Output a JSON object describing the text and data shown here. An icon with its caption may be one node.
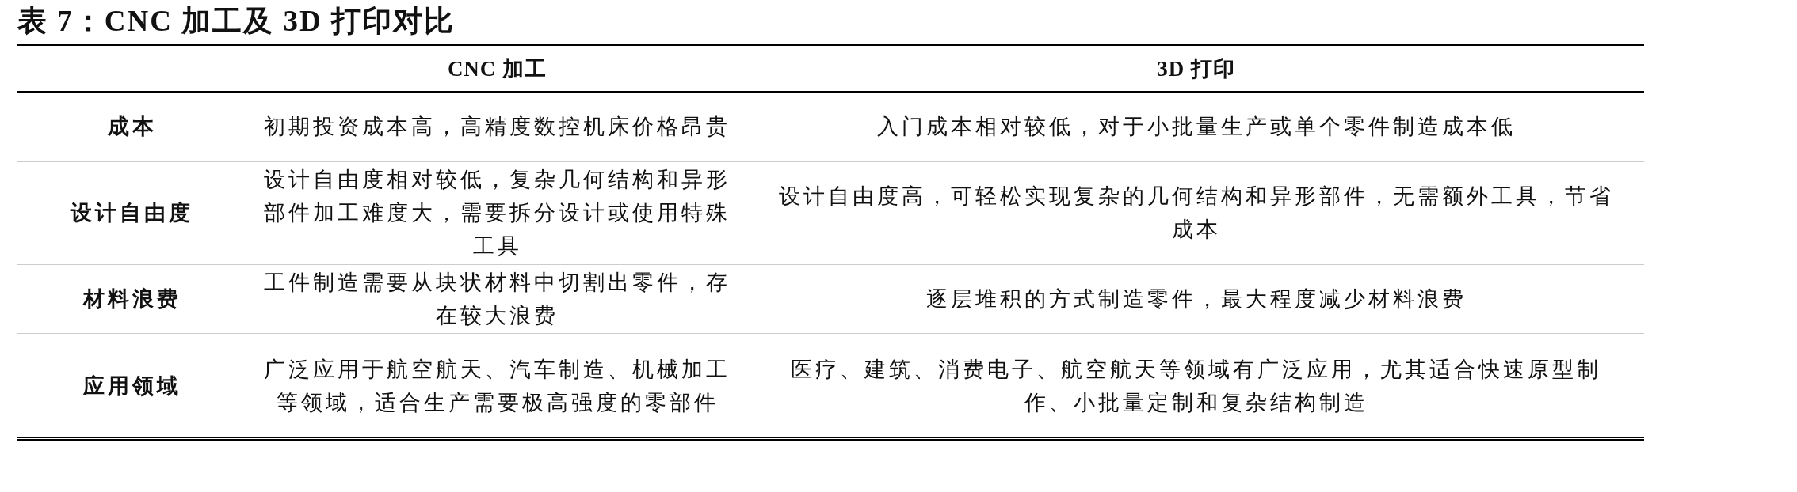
{
  "diagram": {
    "title": "表 7：CNC 加工及 3D 打印对比",
    "labels": [
      "CNC 加工",
      "3D 打印",
      "成本",
      "初期投资成本高，高精度数控机床价格昂贵",
      "入门成本相对较低，对于小批量生产或单个零件制造成本低",
      "设计自由度",
      "设计自由度相对较低，复杂几何结构和异形部件加工难度大，需要拆分设计或使用特殊工具",
      "设计自由度高，可轻松实现复杂的几何结构和异形部件，无需额外工具，节省成本",
      "材料浪费",
      "工件制造需要从块状材料中切割出零件，存在较大浪费",
      "逐层堆积的方式制造零件，最大程度减少材料浪费",
      "应用领域",
      "广泛应用于航空航天、汽车制造、机械加工等领域，适合生产需要极高强度的零部件",
      "医疗、建筑、消费电子、航空航天等领域有广泛应用，尤其适合快速原型制作、小批量定制和复杂结构制造"
    ]
  }
}
